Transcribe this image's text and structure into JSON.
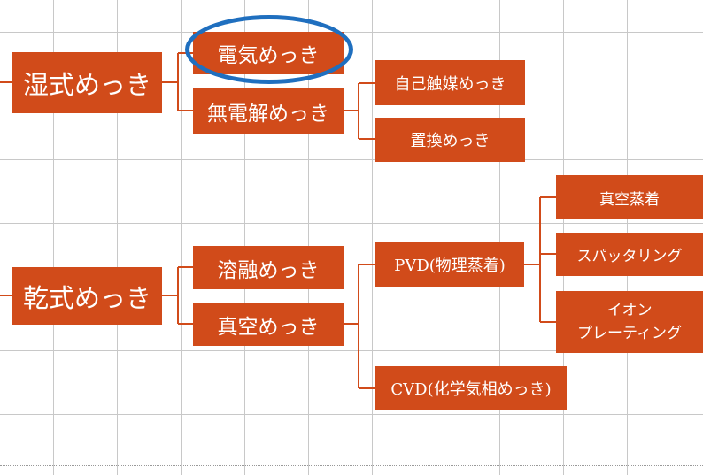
{
  "diagram": {
    "wet": {
      "label": "湿式めっき",
      "electroplating": "電気めっき",
      "electroless": {
        "label": "無電解めっき",
        "autocatalytic": "自己触媒めっき",
        "displacement": "置換めっき"
      }
    },
    "dry": {
      "label": "乾式めっき",
      "hotdip": "溶融めっき",
      "vacuum": {
        "label": "真空めっき",
        "pvd": {
          "label": "PVD(物理蒸着)",
          "evaporation": "真空蒸着",
          "sputtering": "スパッタリング",
          "ionplating": [
            "イオン",
            "プレーティング"
          ]
        },
        "cvd": "CVD(化学気相めっき)"
      }
    }
  },
  "colors": {
    "box": "#d14b1a",
    "connector": "#d14b1a",
    "highlight": "#1f6fbf"
  }
}
